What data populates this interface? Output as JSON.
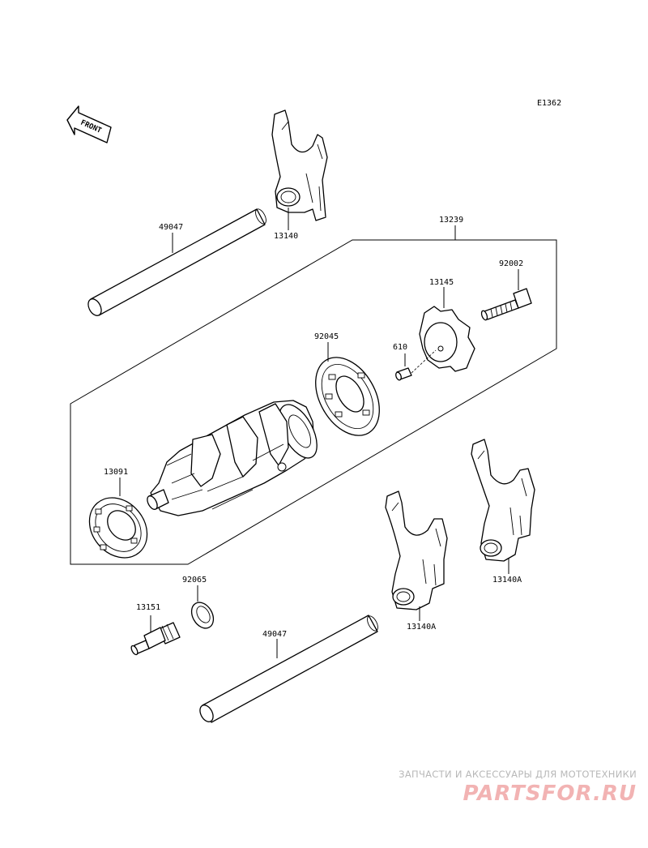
{
  "diagram_code": "E1362",
  "front_label": "FRONT",
  "callouts": {
    "shaft_upper": "49047",
    "fork_upper": "13140",
    "drum_assy": "13239",
    "bolt": "92002",
    "plate": "13145",
    "pin": "610",
    "bearing_right": "92045",
    "bearing_left": "13091",
    "fork_middle": "13140A",
    "fork_right": "13140A",
    "washer": "92065",
    "switch": "13151",
    "shaft_lower": "49047"
  },
  "watermark": {
    "tagline": "ЗАПЧАСТИ И АКСЕССУАРЫ ДЛЯ МОТОТЕХНИКИ",
    "logo": "PARTSFOR.RU"
  }
}
